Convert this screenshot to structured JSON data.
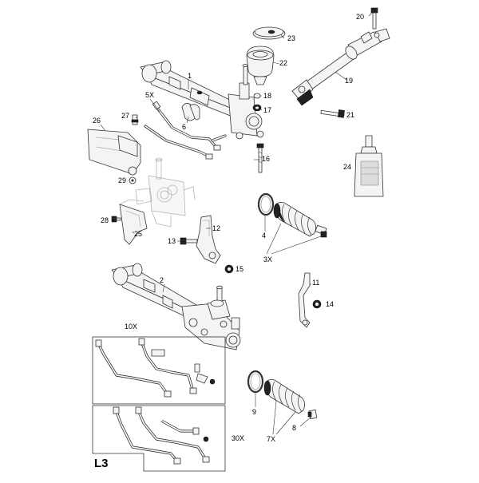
{
  "diagram": {
    "section_code": "L3",
    "labels": {
      "p1": "1",
      "p2": "2",
      "p4": "4",
      "p6": "6",
      "p8": "8",
      "p9": "9",
      "p11": "11",
      "p12": "12",
      "p13": "13",
      "p14": "14",
      "p15": "15",
      "p16": "16",
      "p17": "17",
      "p18": "18",
      "p19": "19",
      "p20": "20",
      "p21": "21",
      "p22": "22",
      "p23": "23",
      "p24": "24",
      "p25": "25",
      "p26": "26",
      "p27": "27",
      "p28": "28",
      "p29": "29",
      "p5x": "5X",
      "p3x": "3X",
      "p7x": "7X",
      "p10x": "10X",
      "p30x": "30X"
    }
  }
}
